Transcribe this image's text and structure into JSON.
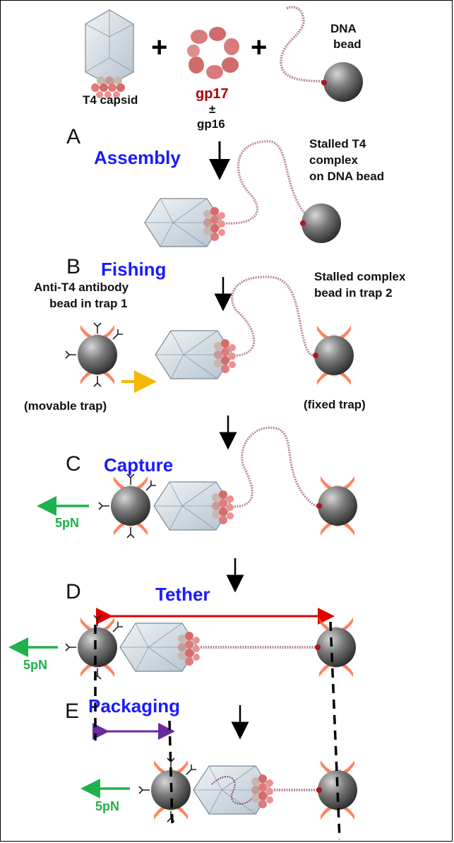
{
  "top": {
    "capsid_label": "T4 capsid",
    "plus_sign": "+",
    "gp17_label": "gp17",
    "pm_label": "±",
    "gp16_label": "gp16",
    "dna_bead_line1": "DNA",
    "dna_bead_line2": "bead"
  },
  "stages": {
    "A": {
      "letter": "A",
      "name": "Assembly",
      "note1": "Stalled T4",
      "note2": "complex",
      "note3": "on DNA bead"
    },
    "B": {
      "letter": "B",
      "name": "Fishing",
      "left1": "Anti-T4 antibody",
      "left2": "bead in trap 1",
      "right1": "Stalled complex",
      "right2": "bead in trap 2",
      "movable": "(movable trap)",
      "fixed": "(fixed trap)"
    },
    "C": {
      "letter": "C",
      "name": "Capture",
      "force": "5pN"
    },
    "D": {
      "letter": "D",
      "name": "Tether",
      "force": "5pN"
    },
    "E": {
      "letter": "E",
      "name": "Packaging",
      "force": "5pN"
    }
  },
  "colors": {
    "stage_text": "#1a1aff",
    "force": "#1fb14b",
    "gp17": "#b00000",
    "tether_arrow": "#e00000",
    "packaging_arrow": "#6a2aa0",
    "fishing_arrow": "#f5b800"
  }
}
